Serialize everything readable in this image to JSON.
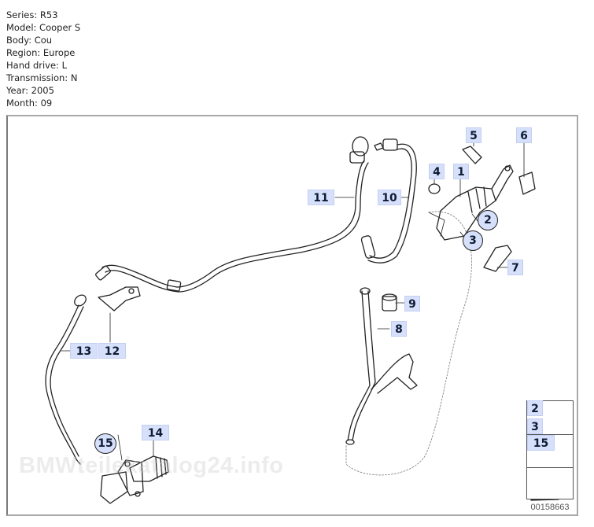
{
  "vehicle_info": {
    "series": "Series: R53",
    "model": "Model: Cooper S",
    "body": "Body: Cou",
    "region": "Region: Europe",
    "hand_drive": "Hand drive: L",
    "transmission": "Transmission: N",
    "year": "Year: 2005",
    "month": "Month: 09"
  },
  "diagram": {
    "part_labels": [
      "1",
      "2",
      "3",
      "4",
      "5",
      "6",
      "7",
      "8",
      "9",
      "10",
      "11",
      "12",
      "13",
      "14",
      "15"
    ],
    "legend": {
      "bolt_labels": [
        "2",
        "3",
        "15"
      ]
    },
    "image_number": "00158663",
    "watermark": "BMWteilekatalog24.info",
    "colors": {
      "label_fill": "#d6e0fb",
      "label_text": "#0f1b33",
      "line": "#222222",
      "frame": "#a9a9a9"
    }
  }
}
